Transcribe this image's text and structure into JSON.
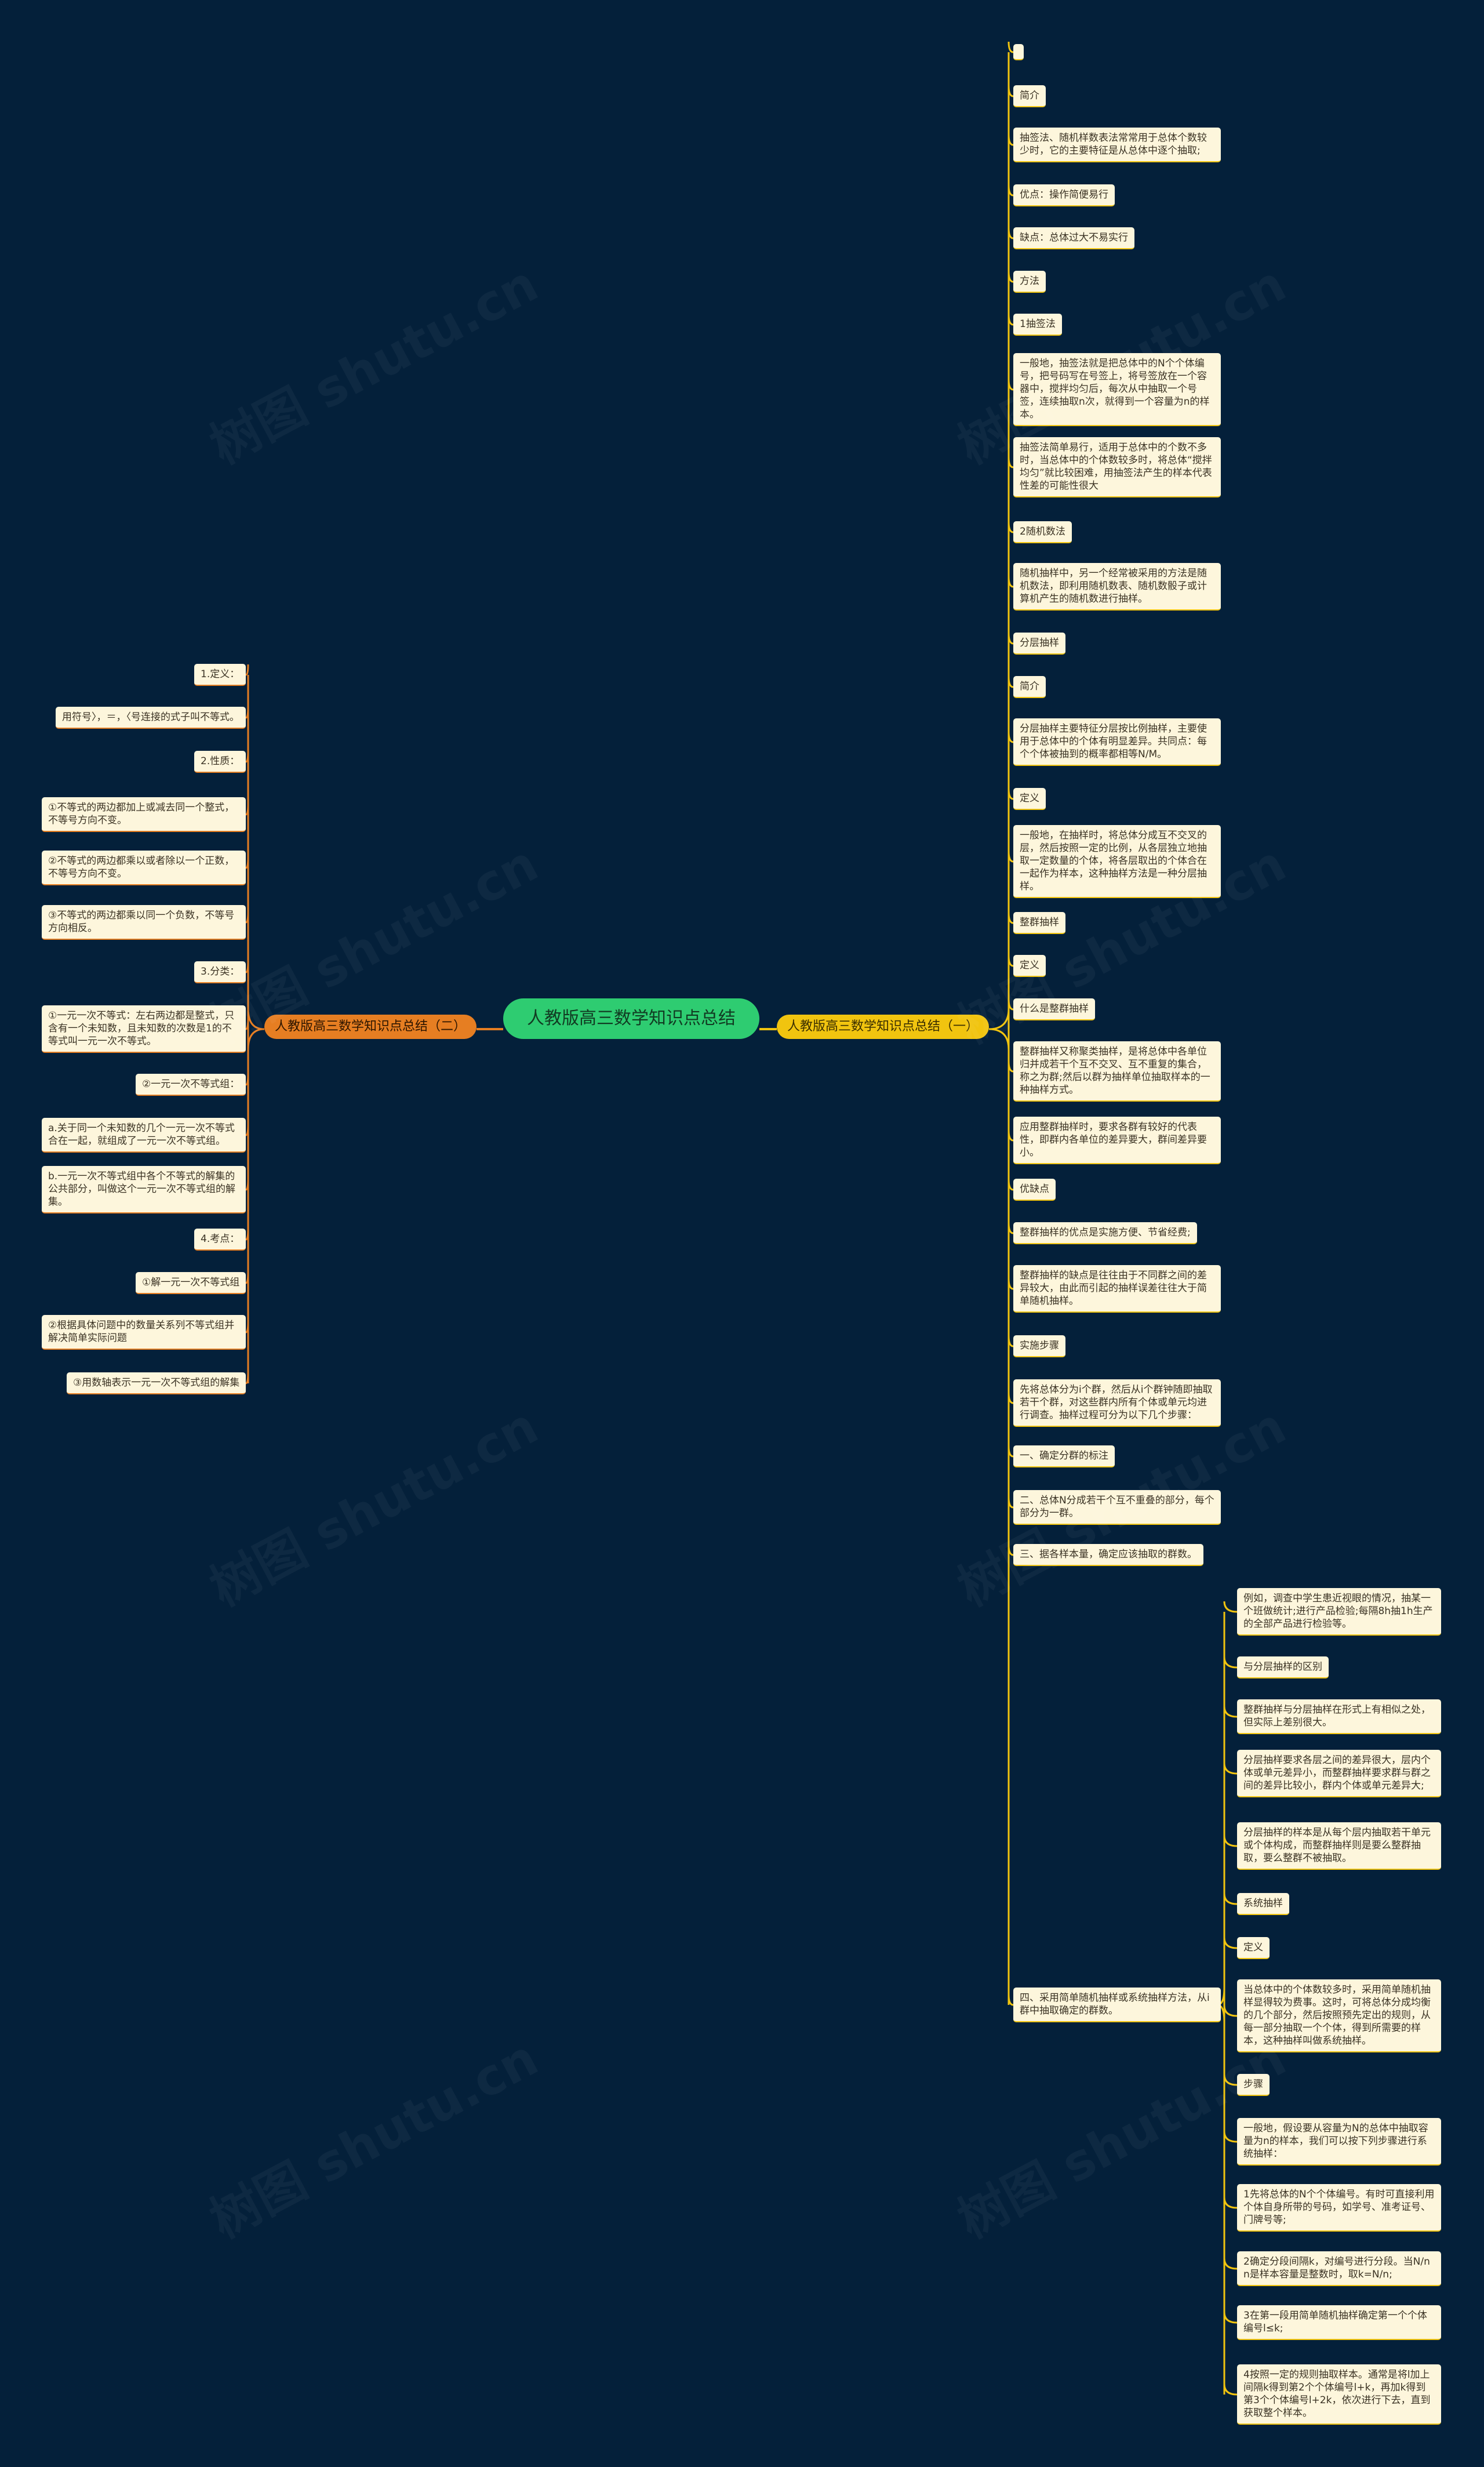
{
  "root": {
    "title": "人教版高三数学知识点总结"
  },
  "watermark": "树图 shutu.cn",
  "colors": {
    "background": "#04203a",
    "root": "#2ecc71",
    "right_branch": "#f1c40f",
    "left_branch": "#e67e22",
    "node_bg": "#fdf6dc"
  },
  "right": {
    "label": "人教版高三数学知识点总结（一）",
    "items": [
      "",
      "简介",
      "抽签法、随机样数表法常常用于总体个数较少时，它的主要特征是从总体中逐个抽取;",
      "优点：操作简便易行",
      "缺点：总体过大不易实行",
      "方法",
      "1抽签法",
      "一般地，抽签法就是把总体中的N个个体编号，把号码写在号签上，将号签放在一个容器中，搅拌均匀后，每次从中抽取一个号签，连续抽取n次，就得到一个容量为n的样本。",
      "抽签法简单易行，适用于总体中的个数不多时，当总体中的个体数较多时，将总体“搅拌均匀”就比较困难，用抽签法产生的样本代表性差的可能性很大",
      "2随机数法",
      "随机抽样中，另一个经常被采用的方法是随机数法，即利用随机数表、随机数骰子或计算机产生的随机数进行抽样。",
      "分层抽样",
      "简介",
      "分层抽样主要特征分层按比例抽样，主要使用于总体中的个体有明显差异。共同点：每个个体被抽到的概率都相等N/M。",
      "定义",
      "一般地，在抽样时，将总体分成互不交叉的层，然后按照一定的比例，从各层独立地抽取一定数量的个体，将各层取出的个体合在一起作为样本，这种抽样方法是一种分层抽样。",
      "整群抽样",
      "定义",
      "什么是整群抽样",
      "整群抽样又称聚类抽样，是将总体中各单位归并成若干个互不交叉、互不重复的集合，称之为群;然后以群为抽样单位抽取样本的一种抽样方式。",
      "应用整群抽样时，要求各群有较好的代表性，即群内各单位的差异要大，群间差异要小。",
      "优缺点",
      "整群抽样的优点是实施方便、节省经费;",
      "整群抽样的缺点是往往由于不同群之间的差异较大，由此而引起的抽样误差往往大于简单随机抽样。",
      "实施步骤",
      "先将总体分为i个群，然后从i个群钟随即抽取若干个群，对这些群内所有个体或单元均进行调查。抽样过程可分为以下几个步骤：",
      "一、确定分群的标注",
      "二、总体N分成若干个互不重叠的部分，每个部分为一群。",
      "三、据各样本量，确定应该抽取的群数。",
      "四、采用简单随机抽样或系统抽样方法，从i群中抽取确定的群数。"
    ],
    "sub_items": [
      "例如，调查中学生患近视眼的情况，抽某一个班做统计;进行产品检验;每隔8h抽1h生产的全部产品进行检验等。",
      "与分层抽样的区别",
      "整群抽样与分层抽样在形式上有相似之处，但实际上差别很大。",
      "分层抽样要求各层之间的差异很大，层内个体或单元差异小，而整群抽样要求群与群之间的差异比较小，群内个体或单元差异大;",
      "分层抽样的样本是从每个层内抽取若干单元或个体构成，而整群抽样则是要么整群抽取，要么整群不被抽取。",
      "系统抽样",
      "定义",
      "当总体中的个体数较多时，采用简单随机抽样显得较为费事。这时，可将总体分成均衡的几个部分，然后按照预先定出的规则，从每一部分抽取一个个体，得到所需要的样本，这种抽样叫做系统抽样。",
      "步骤",
      "一般地，假设要从容量为N的总体中抽取容量为n的样本，我们可以按下列步骤进行系统抽样：",
      "1先将总体的N个个体编号。有时可直接利用个体自身所带的号码，如学号、准考证号、门牌号等;",
      "2确定分段间隔k，对编号进行分段。当N/nn是样本容量是整数时，取k=N/n;",
      "3在第一段用简单随机抽样确定第一个个体编号l≤k;",
      "4按照一定的规则抽取样本。通常是将l加上间隔k得到第2个个体编号l+k，再加k得到第3个个体编号l+2k，依次进行下去，直到获取整个样本。"
    ]
  },
  "left": {
    "label": "人教版高三数学知识点总结（二）",
    "items": [
      "1.定义：",
      "用符号〉，＝，〈号连接的式子叫不等式。",
      "2.性质：",
      "①不等式的两边都加上或减去同一个整式，不等号方向不变。",
      "②不等式的两边都乘以或者除以一个正数，不等号方向不变。",
      "③不等式的两边都乘以同一个负数，不等号方向相反。",
      "3.分类：",
      "①一元一次不等式：左右两边都是整式，只含有一个未知数，且未知数的次数是1的不等式叫一元一次不等式。",
      "②一元一次不等式组：",
      "a.关于同一个未知数的几个一元一次不等式合在一起，就组成了一元一次不等式组。",
      "b.一元一次不等式组中各个不等式的解集的公共部分，叫做这个一元一次不等式组的解集。",
      "4.考点：",
      "①解一元一次不等式组",
      "②根据具体问题中的数量关系列不等式组并解决简单实际问题",
      "③用数轴表示一元一次不等式组的解集"
    ]
  }
}
